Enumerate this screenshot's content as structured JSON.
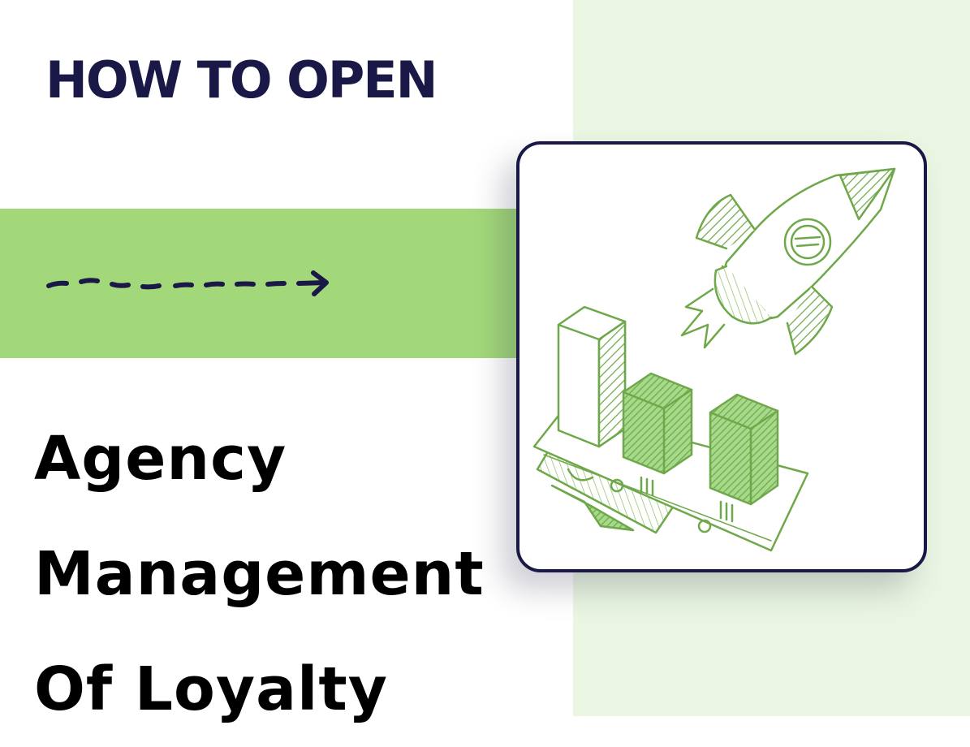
{
  "header": {
    "kicker": "HOW TO OPEN"
  },
  "title": {
    "lines": [
      "Agency",
      "Management",
      "Of Loyalty"
    ]
  },
  "illustration": {
    "icons": [
      "rocket-icon",
      "bar-chart-icon"
    ],
    "stroke_color": "#6fa84a"
  },
  "colors": {
    "navy": "#1a1846",
    "band_green": "#a2d87a",
    "panel_green": "#eaf6e2",
    "illustration_green": "#6fa84a"
  }
}
